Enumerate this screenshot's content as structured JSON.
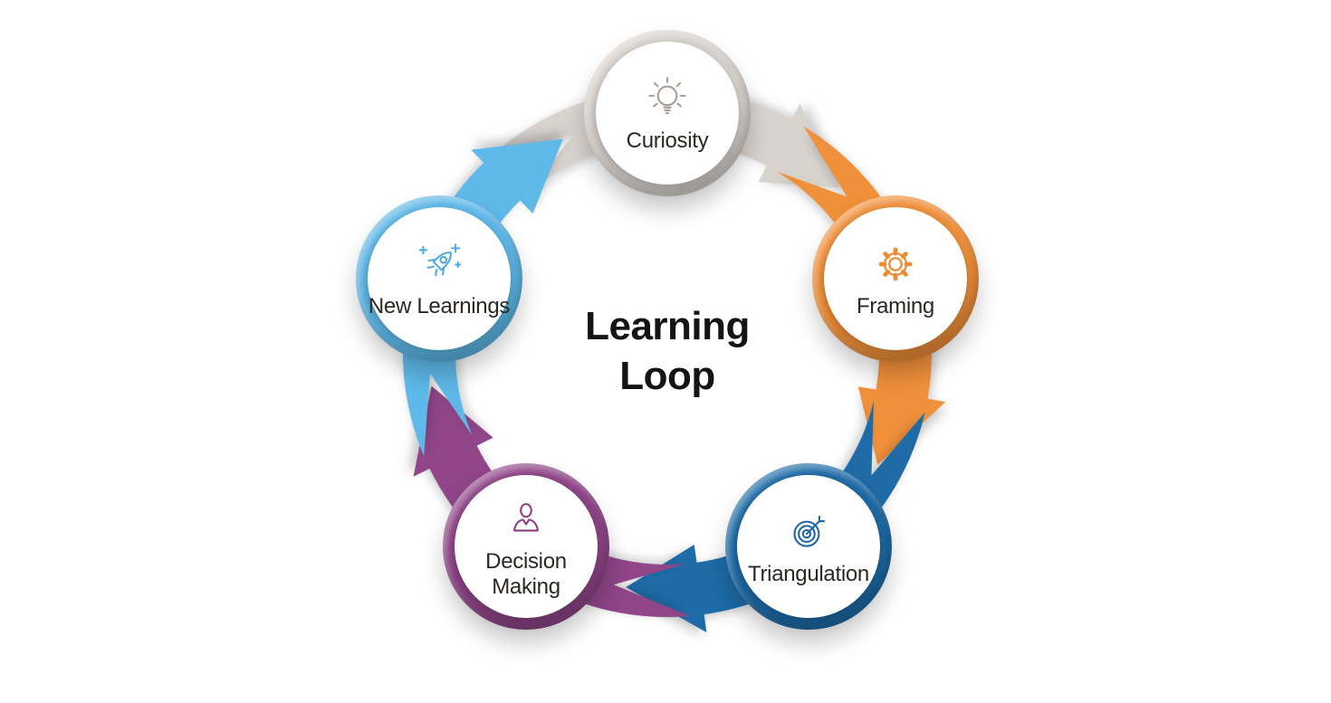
{
  "title": {
    "text": "Learning\nLoop",
    "color": "#151413"
  },
  "background": "#ffffff",
  "label_color": "#2b2824",
  "nodes": [
    {
      "id": "curiosity",
      "label": "Curiosity",
      "color": "#d9d3ce",
      "icon_color": "#a79c95",
      "icon": "lightbulb-icon"
    },
    {
      "id": "framing",
      "label": "Framing",
      "color": "#f0903a",
      "icon_color": "#ee8c33",
      "icon": "gear-icon"
    },
    {
      "id": "triangulation",
      "label": "Triangulation",
      "color": "#1e6ba7",
      "icon_color": "#1d65a9",
      "icon": "target-icon"
    },
    {
      "id": "decision-making",
      "label": "Decision\nMaking",
      "color": "#8f4588",
      "icon_color": "#8d3f85",
      "icon": "person-icon"
    },
    {
      "id": "new-learnings",
      "label": "New Learnings",
      "color": "#5eb8e8",
      "icon_color": "#51abdf",
      "icon": "rocket-icon"
    }
  ],
  "flow": {
    "direction": "clockwise",
    "segments": [
      {
        "from": "Curiosity",
        "to": "Framing",
        "color": "#d9d3ce"
      },
      {
        "from": "Framing",
        "to": "Triangulation",
        "color": "#f0903a"
      },
      {
        "from": "Triangulation",
        "to": "Decision Making",
        "color": "#1e6ba7"
      },
      {
        "from": "Decision Making",
        "to": "New Learnings",
        "color": "#8f4588"
      },
      {
        "from": "New Learnings",
        "to": "Curiosity",
        "color": "#5eb8e8"
      }
    ]
  }
}
